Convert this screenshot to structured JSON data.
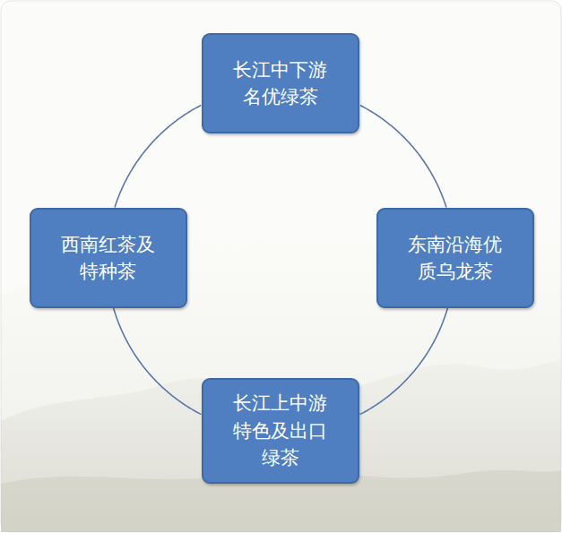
{
  "diagram": {
    "nodes": [
      {
        "text": [
          "长江中下游 名优绿茶"
        ]
      },
      {
        "text": [
          "西南红茶及 特种茶"
        ]
      },
      {
        "text": [
          "东南沿海优 质乌龙茶"
        ]
      },
      {
        "text": [
          "长江上中游 特色及出口 绿茶"
        ]
      }
    ],
    "edges": [
      {
        "from": 0,
        "to": 2,
        "arrow": "none"
      },
      {
        "from": 2,
        "to": 3,
        "arrow": "none"
      },
      {
        "from": 3,
        "to": 1,
        "arrow": "none"
      },
      {
        "from": 1,
        "to": 0,
        "arrow": "none"
      }
    ]
  }
}
